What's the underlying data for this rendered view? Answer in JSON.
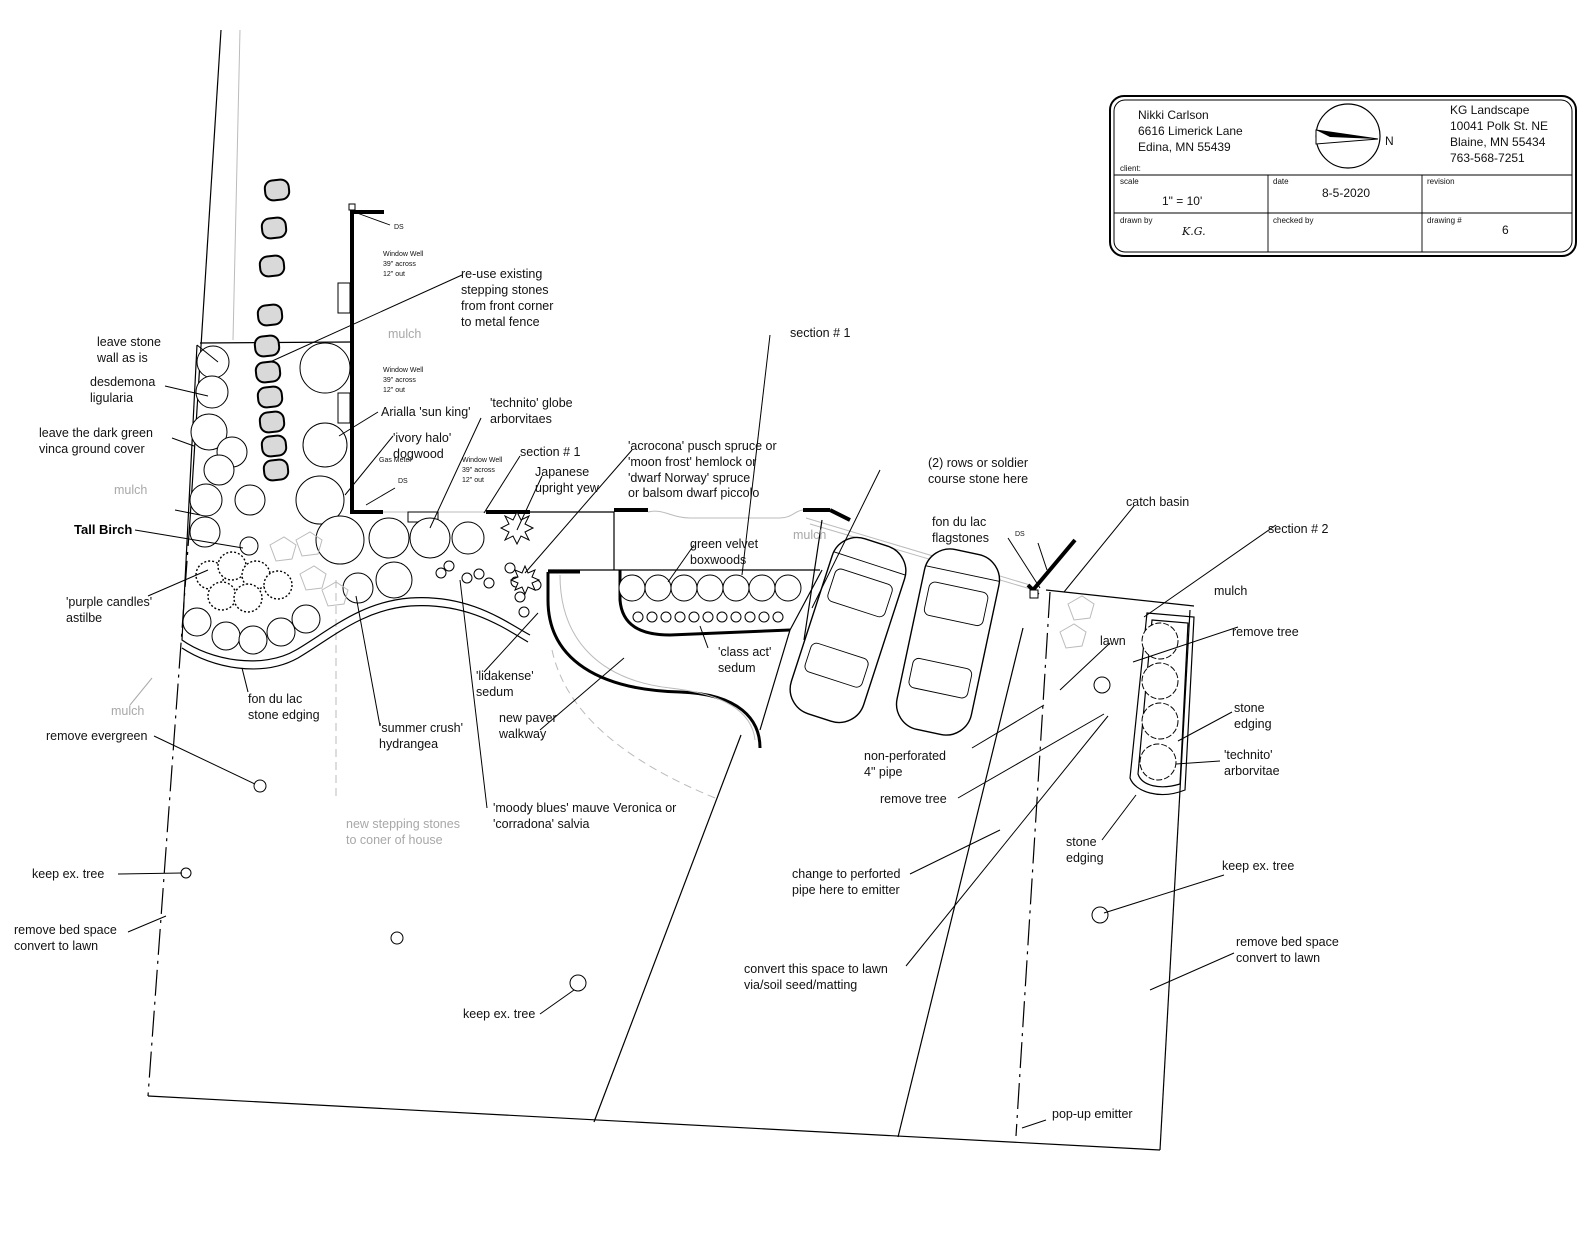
{
  "title_block": {
    "client_name": "Nikki Carlson",
    "client_street": "6616 Limerick Lane",
    "client_city": "Edina, MN 55439",
    "client_label": "client:",
    "company_name": "KG Landscape",
    "company_street": "10041 Polk St. NE",
    "company_city": "Blaine, MN 55434",
    "company_phone": "763-568-7251",
    "north_label": "N",
    "scale_label": "scale",
    "scale_value": "1\" = 10'",
    "date_label": "date",
    "date_value": "8-5-2020",
    "revision_label": "revision",
    "drawn_by_label": "drawn by",
    "drawn_by_value": "K.G.",
    "checked_by_label": "checked by",
    "drawing_label": "drawing #",
    "drawing_value": "6"
  },
  "house": {
    "ds": "DS",
    "window_well": [
      "Window Well",
      "39\" across",
      "12\" out"
    ],
    "gas_meter": "Gas Meter"
  },
  "labels": {
    "reuse_stones": [
      "re-use existing",
      "stepping stones",
      "from front corner",
      "to metal fence"
    ],
    "leave_stone_wall": [
      "leave stone",
      "wall as is"
    ],
    "desdemona": [
      "desdemona",
      "ligularia"
    ],
    "vinca": [
      "leave the dark green",
      "vinca ground cover"
    ],
    "mulch": "mulch",
    "tall_birch": "Tall Birch",
    "purple_candles": [
      "'purple candles'",
      "astilbe"
    ],
    "fon_du_lac_edging": [
      "fon du lac",
      "stone edging"
    ],
    "remove_evergreen": "remove evergreen",
    "keep_tree": "keep ex. tree",
    "remove_bed_space": [
      "remove bed space",
      "convert to lawn"
    ],
    "arialla": "Arialla 'sun king'",
    "ivory_halo": [
      "'ivory halo'",
      "dogwood"
    ],
    "technito_globe": [
      "'technito' globe",
      "arborvitaes"
    ],
    "section_1": "section # 1",
    "japanese_yew": [
      "Japanese",
      "upright yew"
    ],
    "acrocona": [
      "'acrocona' pusch spruce or",
      "'moon frost' hemlock or",
      "'dwarf  Norway' spruce",
      "or balsom dwarf piccolo"
    ],
    "green_velvet": [
      "green velvet",
      "boxwoods"
    ],
    "class_act": [
      "'class act'",
      "sedum"
    ],
    "lidakense": [
      "'lidakense'",
      "sedum"
    ],
    "new_paver": [
      "new paver",
      "walkway"
    ],
    "summer_crush": [
      "'summer crush'",
      "hydrangea"
    ],
    "new_stepping": [
      "new stepping stones",
      "to coner of house"
    ],
    "moody_blues": [
      "'moody blues' mauve Veronica or",
      "'corradona' salvia"
    ],
    "soldier_course": [
      "(2) rows or soldier",
      "course stone here"
    ],
    "fon_du_lac_flagstones": [
      "fon du lac",
      "flagstones"
    ],
    "catch_basin": "catch basin",
    "section_2": "section # 2",
    "lawn": "lawn",
    "remove_tree": "remove tree",
    "stone_edging": [
      "stone",
      "edging"
    ],
    "technito_arbor": [
      "'technito'",
      "arborvitae"
    ],
    "non_perforated": [
      "non-perforated",
      "4\" pipe"
    ],
    "change_perforated": [
      "change to perforted",
      "pipe here to emitter"
    ],
    "convert_lawn": [
      "convert this space to lawn",
      "via/soil seed/matting"
    ],
    "pop_up": "pop-up emitter"
  }
}
